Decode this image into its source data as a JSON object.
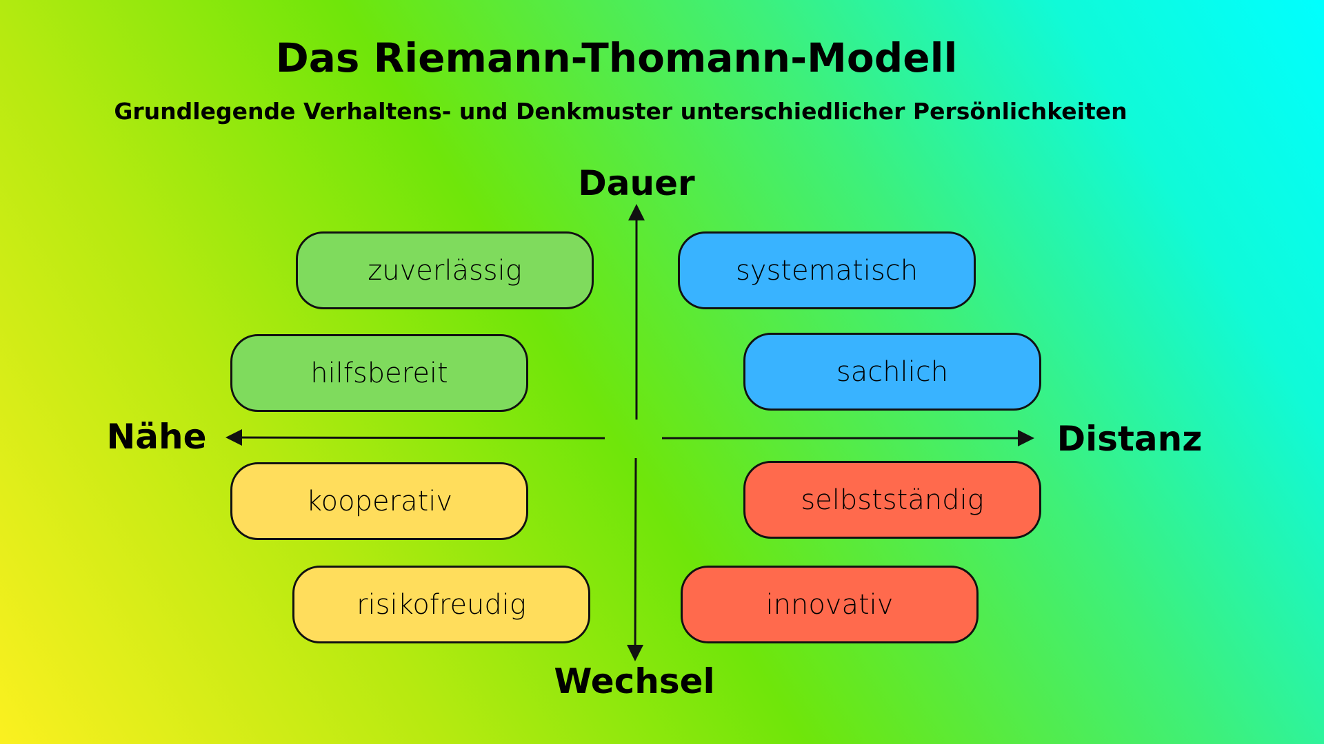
{
  "title": "Das Riemann-Thomann-Modell",
  "subtitle": "Grundlegende Verhaltens- und Denkmuster unterschiedlicher Persönlichkeiten",
  "axes": {
    "top": "Dauer",
    "bottom": "Wechsel",
    "left": "Nähe",
    "right": "Distanz"
  },
  "traits": {
    "top_left": [
      "zuverlässig",
      "hilfsbereit"
    ],
    "top_right": [
      "systematisch",
      "sachlich"
    ],
    "bottom_left": [
      "kooperativ",
      "risikofreudig"
    ],
    "bottom_right": [
      "selbstständig",
      "innovativ"
    ]
  },
  "colors": {
    "green": "#7fdb5d",
    "blue": "#39b3ff",
    "yellow": "#ffdd5c",
    "red": "#ff6a4d"
  }
}
